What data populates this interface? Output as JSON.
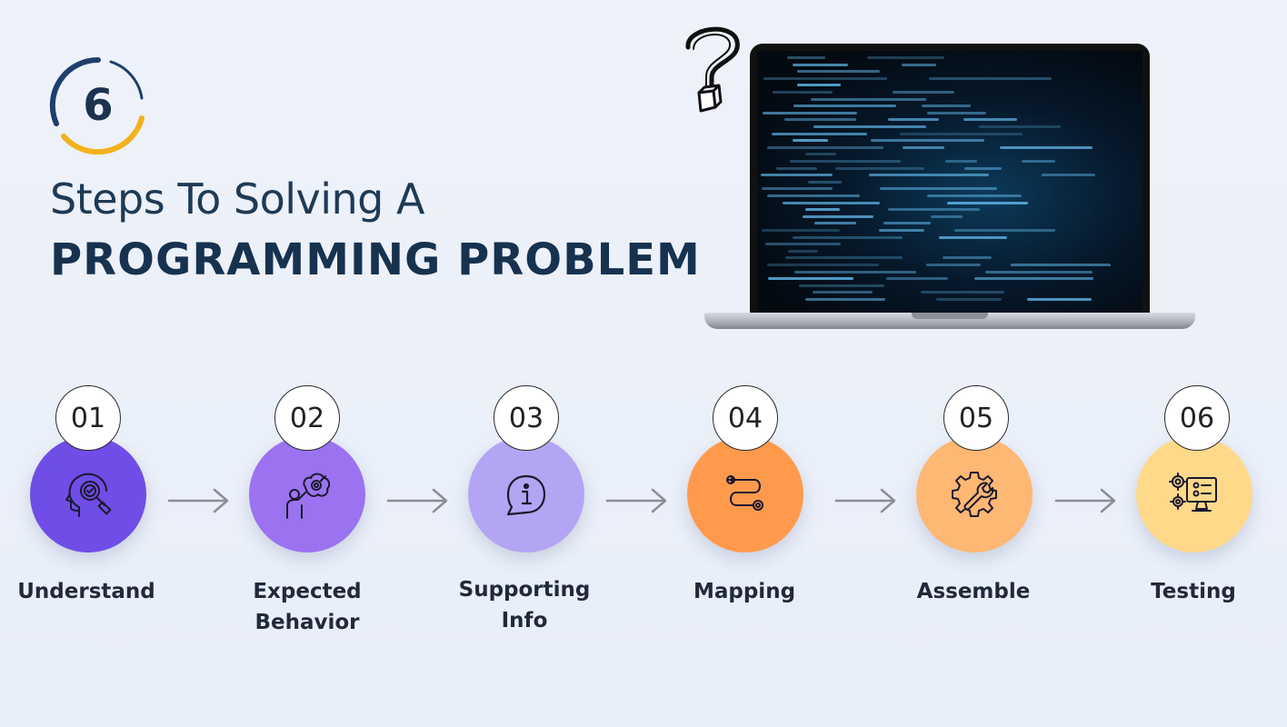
{
  "badge": {
    "number": "6"
  },
  "title": {
    "line1": "Steps To Solving A",
    "line2": "PROGRAMMING PROBLEM"
  },
  "colors": {
    "step1": "#6f4de6",
    "step2": "#9b73f0",
    "step3": "#b3a5f3",
    "step4": "#ff9a4d",
    "step5": "#ffb774",
    "step6": "#ffd98a",
    "title": "#16324f"
  },
  "steps": [
    {
      "number": "01",
      "label_line1": "Understand",
      "label_line2": "",
      "icon": "head-magnifier-icon"
    },
    {
      "number": "02",
      "label_line1": "Expected",
      "label_line2": "Behavior",
      "icon": "person-thinking-icon"
    },
    {
      "number": "03",
      "label_line1": "Supporting",
      "label_line2": "Info",
      "icon": "info-bubble-icon"
    },
    {
      "number": "04",
      "label_line1": "Mapping",
      "label_line2": "",
      "icon": "route-map-icon"
    },
    {
      "number": "05",
      "label_line1": "Assemble",
      "label_line2": "",
      "icon": "gear-wrench-icon"
    },
    {
      "number": "06",
      "label_line1": "Testing",
      "label_line2": "",
      "icon": "monitor-gears-checklist-icon"
    }
  ]
}
